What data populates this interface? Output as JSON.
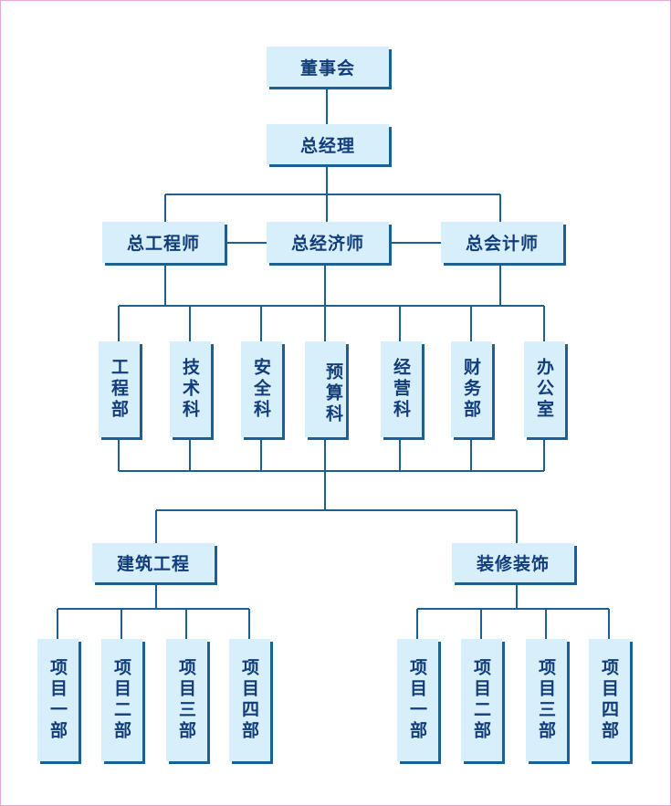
{
  "board": "董事会",
  "general_manager": "总经理",
  "chiefs": {
    "engineer": "总工程师",
    "economist": "总经济师",
    "accountant": "总会计师"
  },
  "departments": [
    "工程部",
    "技术科",
    "安全科",
    "预算科",
    "经营科",
    "财务部",
    "办公室"
  ],
  "divisions": {
    "construction": "建筑工程",
    "decoration": "装修装饰"
  },
  "projects": [
    "项目一部",
    "项目二部",
    "项目三部",
    "项目四部"
  ],
  "colors": {
    "box_fill": "#d6effa",
    "box_shadow": "#1c5f93",
    "line": "#1c5f93",
    "text": "#123c7a",
    "border": "#e6a7d3"
  }
}
